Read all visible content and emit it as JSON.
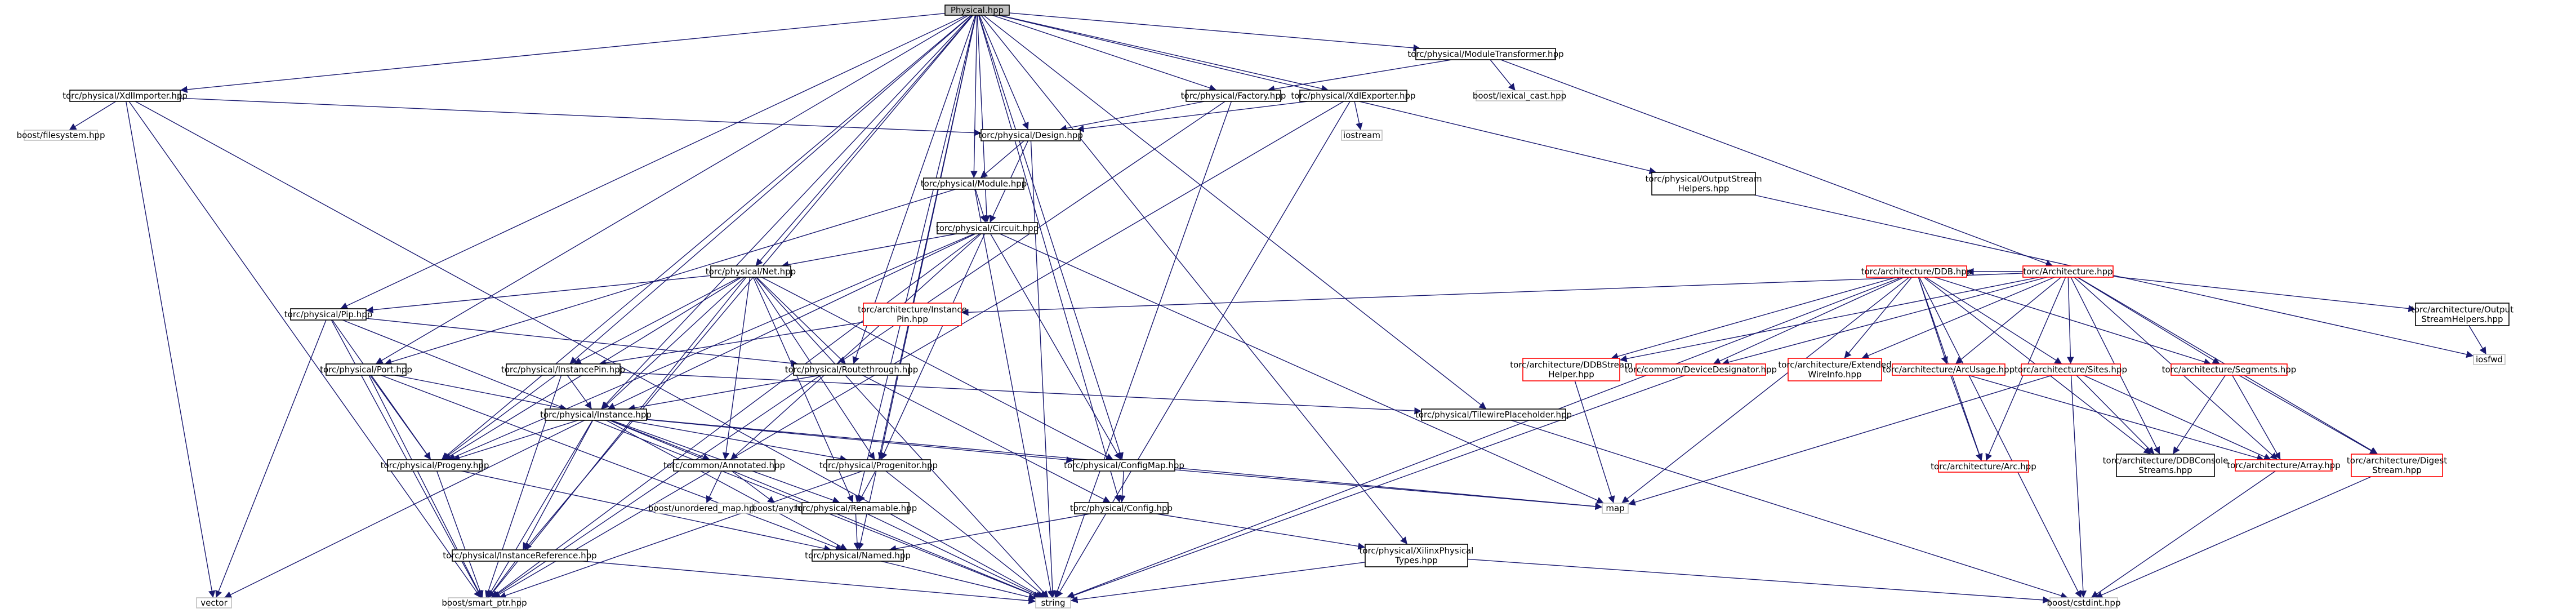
{
  "title": "Physical.hpp",
  "colors": {
    "root_fill": "#bfbfbf",
    "node_border": "#000000",
    "missing_border": "#bfbfbf",
    "broken_border": "#ff0000",
    "edge": "#191970"
  },
  "nodes": [
    {
      "id": "physical",
      "lines": [
        "Physical.hpp"
      ],
      "style": "root"
    },
    {
      "id": "xdlimporter",
      "lines": [
        "torc/physical/XdlImporter.hpp"
      ],
      "style": "normal"
    },
    {
      "id": "filesystem",
      "lines": [
        "boost/filesystem.hpp"
      ],
      "style": "missing"
    },
    {
      "id": "vector",
      "lines": [
        "vector"
      ],
      "style": "missing"
    },
    {
      "id": "smartptr",
      "lines": [
        "boost/smart_ptr.hpp"
      ],
      "style": "missing"
    },
    {
      "id": "string",
      "lines": [
        "string"
      ],
      "style": "missing"
    },
    {
      "id": "moduletransformer",
      "lines": [
        "torc/physical/ModuleTransformer.hpp"
      ],
      "style": "normal"
    },
    {
      "id": "factory",
      "lines": [
        "torc/physical/Factory.hpp"
      ],
      "style": "normal"
    },
    {
      "id": "xdlexporter",
      "lines": [
        "torc/physical/XdlExporter.hpp"
      ],
      "style": "normal"
    },
    {
      "id": "lexicalcast",
      "lines": [
        "boost/lexical_cast.hpp"
      ],
      "style": "missing"
    },
    {
      "id": "design",
      "lines": [
        "torc/physical/Design.hpp"
      ],
      "style": "normal"
    },
    {
      "id": "iostream",
      "lines": [
        "iostream"
      ],
      "style": "missing"
    },
    {
      "id": "module",
      "lines": [
        "torc/physical/Module.hpp"
      ],
      "style": "normal"
    },
    {
      "id": "outputstream",
      "lines": [
        "torc/physical/OutputStream",
        "Helpers.hpp"
      ],
      "style": "normal"
    },
    {
      "id": "circuit",
      "lines": [
        "torc/physical/Circuit.hpp"
      ],
      "style": "normal"
    },
    {
      "id": "architecture",
      "lines": [
        "torc/Architecture.hpp"
      ],
      "style": "broken"
    },
    {
      "id": "net",
      "lines": [
        "torc/physical/Net.hpp"
      ],
      "style": "normal"
    },
    {
      "id": "archddb",
      "lines": [
        "torc/architecture/DDB.hpp"
      ],
      "style": "broken"
    },
    {
      "id": "pip",
      "lines": [
        "torc/physical/Pip.hpp"
      ],
      "style": "normal"
    },
    {
      "id": "archinstancepin",
      "lines": [
        "torc/architecture/Instance",
        "Pin.hpp"
      ],
      "style": "broken"
    },
    {
      "id": "archoutputstream",
      "lines": [
        "torc/architecture/Output",
        "StreamHelpers.hpp"
      ],
      "style": "normal"
    },
    {
      "id": "iosfwd",
      "lines": [
        "iosfwd"
      ],
      "style": "missing"
    },
    {
      "id": "port",
      "lines": [
        "torc/physical/Port.hpp"
      ],
      "style": "normal"
    },
    {
      "id": "instancepin",
      "lines": [
        "torc/physical/InstancePin.hpp"
      ],
      "style": "normal"
    },
    {
      "id": "routethrough",
      "lines": [
        "torc/physical/Routethrough.hpp"
      ],
      "style": "normal"
    },
    {
      "id": "ddbstream",
      "lines": [
        "torc/architecture/DDBStream",
        "Helper.hpp"
      ],
      "style": "broken"
    },
    {
      "id": "devicedesignator",
      "lines": [
        "torc/common/DeviceDesignator.hpp"
      ],
      "style": "broken"
    },
    {
      "id": "extendedwire",
      "lines": [
        "torc/architecture/Extended",
        "WireInfo.hpp"
      ],
      "style": "broken"
    },
    {
      "id": "arcusage",
      "lines": [
        "torc/architecture/ArcUsage.hpp"
      ],
      "style": "broken"
    },
    {
      "id": "sites",
      "lines": [
        "torc/architecture/Sites.hpp"
      ],
      "style": "broken"
    },
    {
      "id": "segments",
      "lines": [
        "torc/architecture/Segments.hpp"
      ],
      "style": "broken"
    },
    {
      "id": "instance",
      "lines": [
        "torc/physical/Instance.hpp"
      ],
      "style": "normal"
    },
    {
      "id": "tilewire",
      "lines": [
        "torc/physical/TilewirePlaceholder.hpp"
      ],
      "style": "normal"
    },
    {
      "id": "arc",
      "lines": [
        "torc/architecture/Arc.hpp"
      ],
      "style": "broken"
    },
    {
      "id": "ddbconsole",
      "lines": [
        "torc/architecture/DDBConsole",
        "Streams.hpp"
      ],
      "style": "normal"
    },
    {
      "id": "array",
      "lines": [
        "torc/architecture/Array.hpp"
      ],
      "style": "broken"
    },
    {
      "id": "digeststream",
      "lines": [
        "torc/architecture/Digest",
        "Stream.hpp"
      ],
      "style": "broken"
    },
    {
      "id": "progeny",
      "lines": [
        "torc/physical/Progeny.hpp"
      ],
      "style": "normal"
    },
    {
      "id": "annotated",
      "lines": [
        "torc/common/Annotated.hpp"
      ],
      "style": "normal"
    },
    {
      "id": "progenitor",
      "lines": [
        "torc/physical/Progenitor.hpp"
      ],
      "style": "normal"
    },
    {
      "id": "configmap",
      "lines": [
        "torc/physical/ConfigMap.hpp"
      ],
      "style": "normal"
    },
    {
      "id": "map",
      "lines": [
        "map"
      ],
      "style": "missing"
    },
    {
      "id": "unorderedmap",
      "lines": [
        "boost/unordered_map.hpp"
      ],
      "style": "missing"
    },
    {
      "id": "boostany",
      "lines": [
        "boost/any.hpp"
      ],
      "style": "missing"
    },
    {
      "id": "renamable",
      "lines": [
        "torc/physical/Renamable.hpp"
      ],
      "style": "normal"
    },
    {
      "id": "config",
      "lines": [
        "torc/physical/Config.hpp"
      ],
      "style": "normal"
    },
    {
      "id": "instanceref",
      "lines": [
        "torc/physical/InstanceReference.hpp"
      ],
      "style": "normal"
    },
    {
      "id": "named",
      "lines": [
        "torc/physical/Named.hpp"
      ],
      "style": "normal"
    },
    {
      "id": "xilinxtypes",
      "lines": [
        "torc/physical/XilinxPhysical",
        "Types.hpp"
      ],
      "style": "normal"
    },
    {
      "id": "cstdint",
      "lines": [
        "boost/cstdint.hpp"
      ],
      "style": "missing"
    }
  ],
  "edges": [
    [
      "physical",
      "xdlimporter"
    ],
    [
      "physical",
      "moduletransformer"
    ],
    [
      "physical",
      "factory"
    ],
    [
      "physical",
      "xdlexporter"
    ],
    [
      "physical",
      "design"
    ],
    [
      "physical",
      "module"
    ],
    [
      "physical",
      "circuit"
    ],
    [
      "physical",
      "net"
    ],
    [
      "physical",
      "pip"
    ],
    [
      "physical",
      "port"
    ],
    [
      "physical",
      "instancepin"
    ],
    [
      "physical",
      "routethrough"
    ],
    [
      "physical",
      "instance"
    ],
    [
      "physical",
      "progeny"
    ],
    [
      "physical",
      "progenitor"
    ],
    [
      "physical",
      "configmap"
    ],
    [
      "physical",
      "config"
    ],
    [
      "physical",
      "named"
    ],
    [
      "physical",
      "renamable"
    ],
    [
      "physical",
      "instanceref"
    ],
    [
      "physical",
      "outputstream"
    ],
    [
      "physical",
      "tilewire"
    ],
    [
      "physical",
      "xilinxtypes"
    ],
    [
      "xdlimporter",
      "filesystem"
    ],
    [
      "xdlimporter",
      "vector"
    ],
    [
      "xdlimporter",
      "smartptr"
    ],
    [
      "xdlimporter",
      "string"
    ],
    [
      "xdlimporter",
      "design"
    ],
    [
      "moduletransformer",
      "lexicalcast"
    ],
    [
      "moduletransformer",
      "factory"
    ],
    [
      "moduletransformer",
      "architecture"
    ],
    [
      "factory",
      "design"
    ],
    [
      "factory",
      "string"
    ],
    [
      "factory",
      "smartptr"
    ],
    [
      "xdlexporter",
      "design"
    ],
    [
      "xdlexporter",
      "iostream"
    ],
    [
      "xdlexporter",
      "string"
    ],
    [
      "xdlexporter",
      "smartptr"
    ],
    [
      "design",
      "module"
    ],
    [
      "design",
      "circuit"
    ],
    [
      "design",
      "string"
    ],
    [
      "module",
      "circuit"
    ],
    [
      "module",
      "port"
    ],
    [
      "module",
      "string"
    ],
    [
      "outputstream",
      "iosfwd"
    ],
    [
      "circuit",
      "net"
    ],
    [
      "circuit",
      "instance"
    ],
    [
      "circuit",
      "progeny"
    ],
    [
      "circuit",
      "map"
    ],
    [
      "circuit",
      "annotated"
    ],
    [
      "circuit",
      "configmap"
    ],
    [
      "circuit",
      "progenitor"
    ],
    [
      "circuit",
      "smartptr"
    ],
    [
      "net",
      "pip"
    ],
    [
      "net",
      "routethrough"
    ],
    [
      "net",
      "instancepin"
    ],
    [
      "net",
      "instance"
    ],
    [
      "net",
      "progeny"
    ],
    [
      "net",
      "configmap"
    ],
    [
      "net",
      "renamable"
    ],
    [
      "net",
      "annotated"
    ],
    [
      "net",
      "progenitor"
    ],
    [
      "net",
      "smartptr"
    ],
    [
      "net",
      "string"
    ],
    [
      "architecture",
      "archddb"
    ],
    [
      "architecture",
      "archinstancepin"
    ],
    [
      "architecture",
      "archoutputstream"
    ],
    [
      "architecture",
      "ddbstream"
    ],
    [
      "architecture",
      "devicedesignator"
    ],
    [
      "architecture",
      "extendedwire"
    ],
    [
      "architecture",
      "arcusage"
    ],
    [
      "architecture",
      "sites"
    ],
    [
      "architecture",
      "segments"
    ],
    [
      "architecture",
      "arc"
    ],
    [
      "architecture",
      "ddbconsole"
    ],
    [
      "architecture",
      "array"
    ],
    [
      "architecture",
      "digeststream"
    ],
    [
      "archddb",
      "ddbstream"
    ],
    [
      "archddb",
      "devicedesignator"
    ],
    [
      "archddb",
      "extendedwire"
    ],
    [
      "archddb",
      "arcusage"
    ],
    [
      "archddb",
      "sites"
    ],
    [
      "archddb",
      "segments"
    ],
    [
      "archddb",
      "arc"
    ],
    [
      "archddb",
      "ddbconsole"
    ],
    [
      "archddb",
      "map"
    ],
    [
      "archddb",
      "string"
    ],
    [
      "archddb",
      "cstdint"
    ],
    [
      "archinstancepin",
      "instancepin"
    ],
    [
      "archoutputstream",
      "iosfwd"
    ],
    [
      "pip",
      "routethrough"
    ],
    [
      "pip",
      "progeny"
    ],
    [
      "pip",
      "vector"
    ],
    [
      "pip",
      "smartptr"
    ],
    [
      "pip",
      "string"
    ],
    [
      "port",
      "instance"
    ],
    [
      "port",
      "progeny"
    ],
    [
      "port",
      "named"
    ],
    [
      "port",
      "smartptr"
    ],
    [
      "instancepin",
      "instance"
    ],
    [
      "instancepin",
      "progeny"
    ],
    [
      "instancepin",
      "tilewire"
    ],
    [
      "instancepin",
      "smartptr"
    ],
    [
      "routethrough",
      "instance"
    ],
    [
      "routethrough",
      "config"
    ],
    [
      "ddbstream",
      "map"
    ],
    [
      "devicedesignator",
      "string"
    ],
    [
      "arcusage",
      "arc"
    ],
    [
      "arcusage",
      "array"
    ],
    [
      "sites",
      "array"
    ],
    [
      "sites",
      "ddbconsole"
    ],
    [
      "sites",
      "map"
    ],
    [
      "sites",
      "cstdint"
    ],
    [
      "segments",
      "array"
    ],
    [
      "segments",
      "ddbconsole"
    ],
    [
      "segments",
      "digeststream"
    ],
    [
      "array",
      "cstdint"
    ],
    [
      "digeststream",
      "cstdint"
    ],
    [
      "instance",
      "vector"
    ],
    [
      "instance",
      "progeny"
    ],
    [
      "instance",
      "annotated"
    ],
    [
      "instance",
      "progenitor"
    ],
    [
      "instance",
      "configmap"
    ],
    [
      "instance",
      "renamable"
    ],
    [
      "instance",
      "named"
    ],
    [
      "instance",
      "instanceref"
    ],
    [
      "instance",
      "map"
    ],
    [
      "instance",
      "smartptr"
    ],
    [
      "instance",
      "string"
    ],
    [
      "tilewire",
      "cstdint"
    ],
    [
      "progeny",
      "smartptr"
    ],
    [
      "progeny",
      "named"
    ],
    [
      "annotated",
      "unorderedmap"
    ],
    [
      "annotated",
      "boostany"
    ],
    [
      "progenitor",
      "renamable"
    ],
    [
      "progenitor",
      "smartptr"
    ],
    [
      "progenitor",
      "string"
    ],
    [
      "configmap",
      "config"
    ],
    [
      "configmap",
      "map"
    ],
    [
      "renamable",
      "named"
    ],
    [
      "renamable",
      "string"
    ],
    [
      "config",
      "named"
    ],
    [
      "config",
      "xilinxtypes"
    ],
    [
      "instanceref",
      "smartptr"
    ],
    [
      "instanceref",
      "string"
    ],
    [
      "named",
      "string"
    ],
    [
      "xilinxtypes",
      "string"
    ],
    [
      "xilinxtypes",
      "cstdint"
    ]
  ]
}
